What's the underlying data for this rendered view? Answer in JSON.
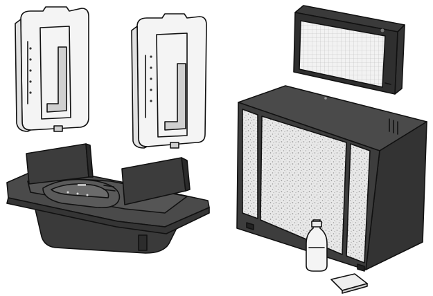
{
  "figure": {
    "kind": "product-parts-illustration",
    "components": [
      {
        "id": "water-tank-left",
        "icon": "water-tank-icon"
      },
      {
        "id": "water-tank-right",
        "icon": "water-tank-icon"
      },
      {
        "id": "base-unit",
        "icon": "humidifier-base-icon"
      },
      {
        "id": "filter-cartridge",
        "icon": "air-filter-icon"
      },
      {
        "id": "humidifier-cabinet",
        "icon": "humidifier-cabinet-icon"
      },
      {
        "id": "treatment-bottle",
        "icon": "bottle-icon"
      },
      {
        "id": "small-pad",
        "icon": "pad-icon"
      }
    ],
    "colors": {
      "outline": "#111111",
      "tank_fill": "#f4f4f4",
      "dark_body": "#3d3d3d",
      "dark_shade": "#2a2a2a",
      "speckle_panel": "#e6e6e6",
      "background": "#ffffff"
    }
  }
}
